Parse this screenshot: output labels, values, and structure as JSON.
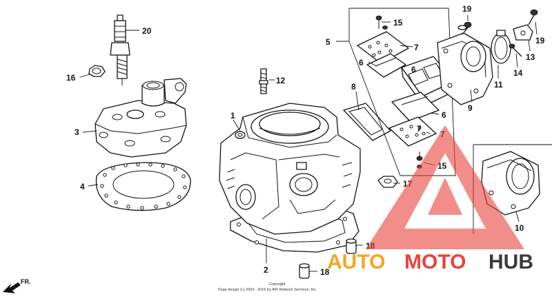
{
  "labels": {
    "p1": "1",
    "p2": "2",
    "p3": "3",
    "p4": "4",
    "p5": "5",
    "p6a": "6",
    "p6b": "6",
    "p6c": "6",
    "p7a": "7",
    "p7b": "7",
    "p7c": "7",
    "p8": "8",
    "p9": "9",
    "p10": "10",
    "p11": "11",
    "p12": "12",
    "p13": "13",
    "p14": "14",
    "p15a": "15",
    "p15b": "15",
    "p16": "16",
    "p17": "17",
    "p18a": "18",
    "p18b": "18",
    "p19a": "19",
    "p19b": "19",
    "p20": "20"
  },
  "direction_label": "FR.",
  "copyright_line1": "Copyright",
  "copyright_line2": "Page design (c) 2004 - 2016 by ARI Network Services, Inc.",
  "watermark": {
    "auto": "AUTO",
    "moto": "MOTO",
    "hub": "HUB",
    "colors": {
      "triangle": "#e8433a",
      "auto": "#f5a623",
      "moto": "#e8433a",
      "hub": "#3a3a3a"
    }
  }
}
